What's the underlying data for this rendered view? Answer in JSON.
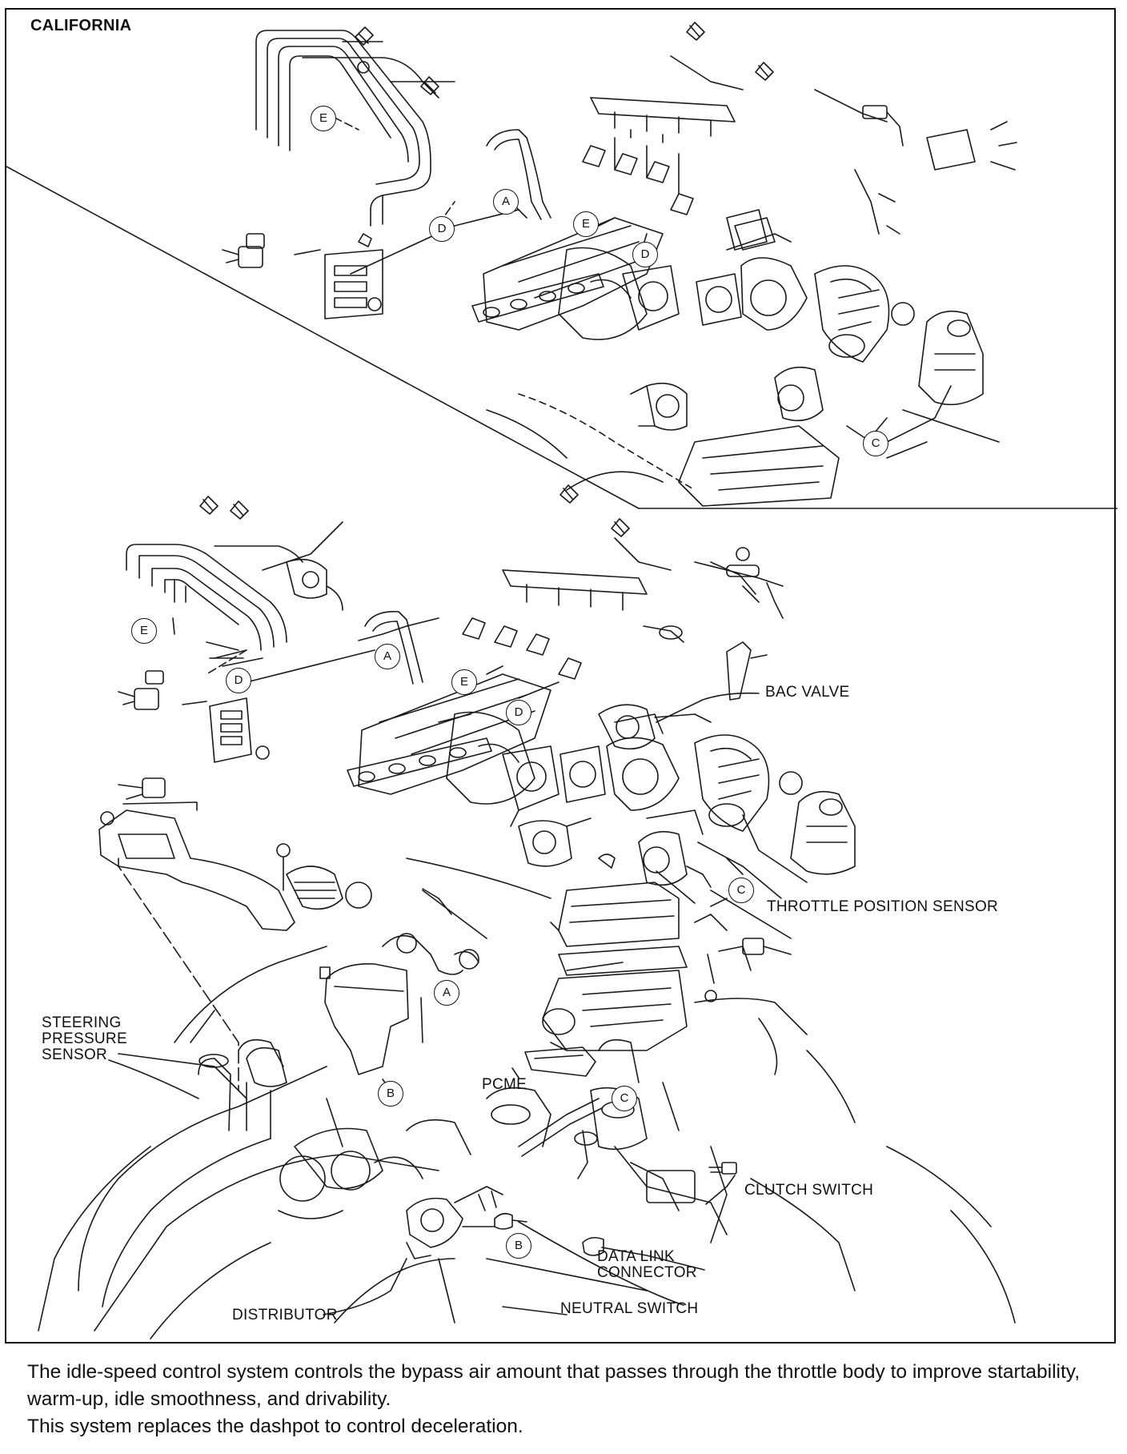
{
  "sections": {
    "california": "CALIFORNIA"
  },
  "callouts": {
    "top": {
      "e_hose": "E",
      "d_harness": "D",
      "a_pipe": "A",
      "e_manifold": "E",
      "d_manifold": "D",
      "c_intake": "C"
    },
    "bottom": {
      "e_hose": "E",
      "d_harness": "D",
      "a_pipe": "A",
      "e_manifold": "E",
      "d_manifold": "D",
      "c_intake": "C",
      "a_chassis": "A",
      "b_chassis": "B",
      "c_chassis": "C",
      "b_lower": "B"
    }
  },
  "labels": {
    "bac_valve": "BAC VALVE",
    "throttle_position_sensor": "THROTTLE POSITION SENSOR",
    "steering_pressure_sensor": "STEERING\nPRESSURE\nSENSOR",
    "pcme": "PCME",
    "clutch_switch": "CLUTCH SWITCH",
    "data_link_connector": "DATA LINK\nCONNECTOR",
    "distributor": "DISTRIBUTOR",
    "neutral_switch": "NEUTRAL SWITCH"
  },
  "caption": {
    "line1": "The idle-speed control system controls the bypass air amount that passes through the throttle body to improve startability, warm-up, idle smoothness, and drivability.",
    "line2": "This system replaces the dashpot to control deceleration."
  }
}
